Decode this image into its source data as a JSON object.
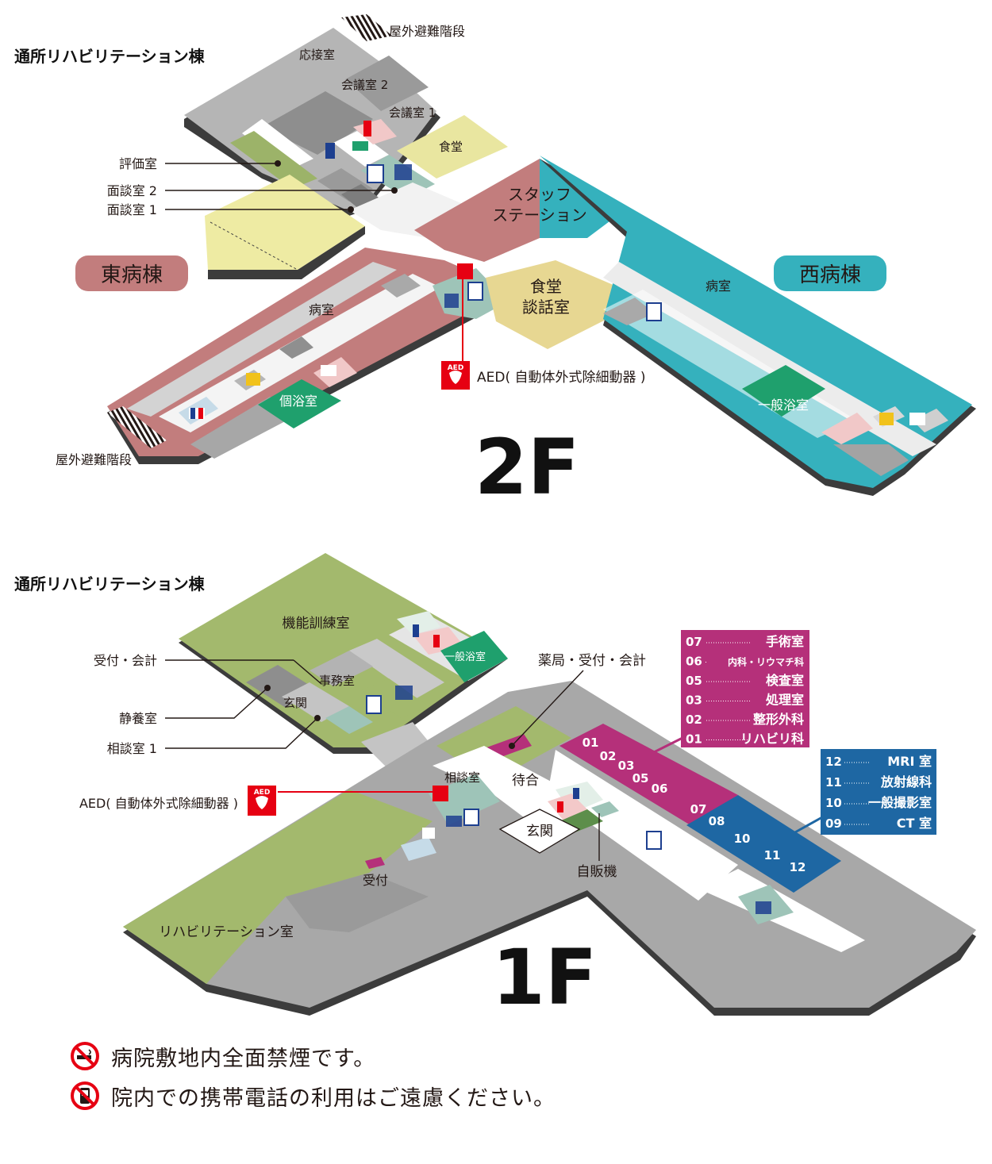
{
  "floor2": {
    "floor_label": "2F",
    "building_label": "通所リハビリテーション棟",
    "east_ward": "東病棟",
    "west_ward": "西病棟",
    "rooms": {
      "outdoor_stairs_top": "屋外避難階段",
      "reception_room": "応接室",
      "meeting_room_2": "会議室 2",
      "meeting_room_1": "会議室 1",
      "dining_top": "食堂",
      "evaluation_room": "評価室",
      "interview_room_2": "面談室 2",
      "interview_room_1": "面談室 1",
      "staff_station_1": "スタッフ",
      "staff_station_2": "ステーション",
      "dining_1": "食堂",
      "dining_2": "談話室",
      "ward_room_east": "病室",
      "ward_room_west": "病室",
      "private_bath": "個浴室",
      "general_bath": "一般浴室",
      "outdoor_stairs_bottom": "屋外避難階段",
      "aed_label": "AED( 自動体外式除細動器 )",
      "aed_badge": "AED"
    }
  },
  "floor1": {
    "floor_label": "1F",
    "building_label": "通所リハビリテーション棟",
    "rooms": {
      "training_room": "機能訓練室",
      "general_bath": "一般浴室",
      "reception_accounting": "受付・会計",
      "office": "事務室",
      "entrance_small": "玄関",
      "rest_room": "静養室",
      "consult_room_1": "相談室 1",
      "pharmacy": "薬局・受付・会計",
      "consult_room": "相談室",
      "waiting": "待合",
      "entrance": "玄関",
      "vending": "自販機",
      "reception": "受付",
      "rehab_room": "リハビリテーション室",
      "aed_label": "AED( 自動体外式除細動器 )",
      "aed_badge": "AED"
    },
    "zone_numbers": [
      "01",
      "02",
      "03",
      "05",
      "06",
      "07",
      "08",
      "10",
      "11",
      "12"
    ],
    "legend_magenta": [
      {
        "num": "07",
        "name": "手術室"
      },
      {
        "num": "06",
        "name": "内科・リウマチ科"
      },
      {
        "num": "05",
        "name": "検査室"
      },
      {
        "num": "03",
        "name": "処理室"
      },
      {
        "num": "02",
        "name": "整形外科"
      },
      {
        "num": "01",
        "name": "リハビリ科"
      }
    ],
    "legend_blue": [
      {
        "num": "12",
        "name": "MRI 室"
      },
      {
        "num": "11",
        "name": "放射線科"
      },
      {
        "num": "10",
        "name": "一般撮影室"
      },
      {
        "num": "09",
        "name": "CT 室"
      }
    ]
  },
  "notes": [
    {
      "icon": "no-smoking-icon",
      "text": "病院敷地内全面禁煙です。"
    },
    {
      "icon": "no-phone-icon",
      "text": "院内での携帯電話の利用はご遠慮ください。"
    }
  ],
  "colors": {
    "east_ward": "#c17f7d",
    "west_ward": "#35b1bd",
    "rehab_green": "#a3b96d",
    "beige": "#e7d792",
    "yellow": "#e9e6a0",
    "gray": "#a8a8a8",
    "magenta": "#b5307a",
    "blue": "#1e67a3",
    "aed_red": "#e60012",
    "bath_green": "#1fa06d"
  }
}
